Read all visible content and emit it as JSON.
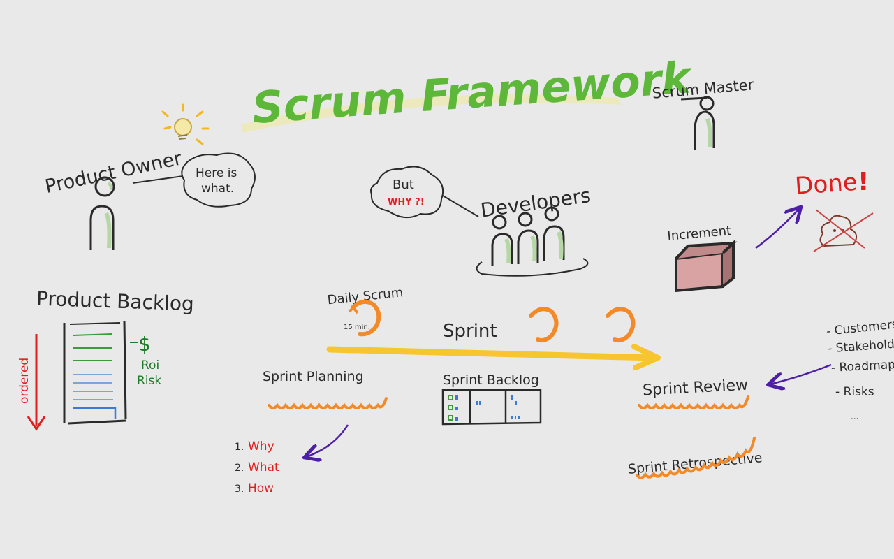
{
  "title": "Scrum Framework",
  "colors": {
    "background": "#e9e9e9",
    "ink": "#2a2a2a",
    "title_green": "#5db83a",
    "highlight": "#ece9b8",
    "accent_green": "#b7d6a6",
    "red": "#e01e1e",
    "orange": "#f28a2a",
    "yellow": "#f7c52e",
    "purple": "#4c1fa6",
    "blue": "#3a7bd5",
    "dark_green": "#1f7a2a",
    "increment_fill": "#d9a3a3"
  },
  "product_owner": {
    "label": "Product Owner",
    "speech": [
      "Here is",
      "what."
    ],
    "icons": [
      "lightbulb-icon",
      "person-icon"
    ]
  },
  "scrum_master": {
    "label": "Scrum Master",
    "icon": "person-with-cap-icon"
  },
  "developers": {
    "label": "Developers",
    "speech": [
      "But",
      "WHY ?!"
    ],
    "icon": "team-icon"
  },
  "increment": {
    "label": "Increment",
    "done": "Done",
    "done_mark": "!"
  },
  "product_backlog": {
    "label": "Product Backlog",
    "side_label": "ordered",
    "notes": [
      "$",
      "Roi",
      "Risk"
    ]
  },
  "daily_scrum": {
    "label": "Daily Scrum",
    "duration": "15 min."
  },
  "sprint": {
    "label": "Sprint"
  },
  "sprint_planning": {
    "label": "Sprint Planning",
    "steps": [
      {
        "num": "1.",
        "text": "Why"
      },
      {
        "num": "2.",
        "text": "What"
      },
      {
        "num": "3.",
        "text": "How"
      }
    ]
  },
  "sprint_backlog": {
    "label": "Sprint Backlog"
  },
  "sprint_review": {
    "label": "Sprint Review",
    "inputs": [
      "- Customers",
      "- Stakeholders",
      "- Roadmap",
      "- Risks",
      "..."
    ]
  },
  "sprint_retrospective": {
    "label": "Sprint Retrospective"
  }
}
